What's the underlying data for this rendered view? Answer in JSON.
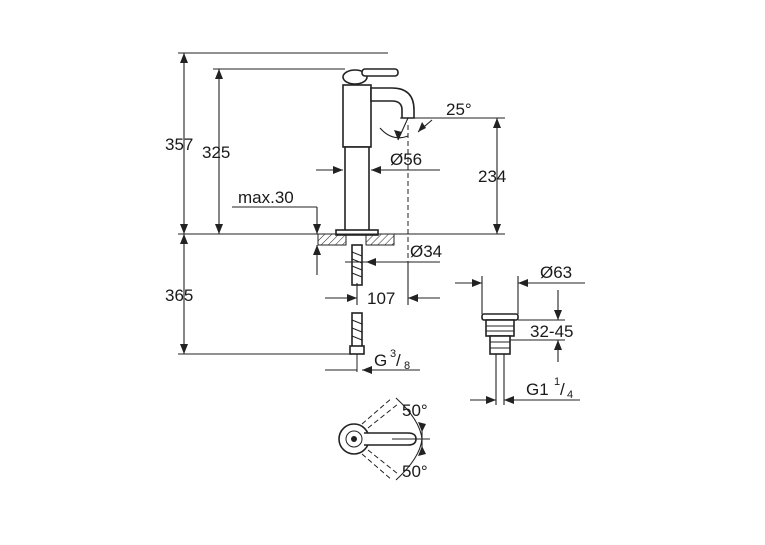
{
  "dimensions": {
    "height_total": "357",
    "height_spout": "325",
    "height_outlet": "234",
    "depth_below": "365",
    "max_thickness": "max.30",
    "body_diameter": "Ø56",
    "hole_diameter": "Ø34",
    "reach": "107",
    "spout_angle": "25°",
    "connection": "G",
    "connection_num": "3",
    "connection_den": "8",
    "waste_diameter": "Ø63",
    "waste_range": "32-45",
    "waste_thread": "G1",
    "waste_thread_num": "1",
    "waste_thread_den": "4",
    "lever_angle_top": "50°",
    "lever_angle_bottom": "50°"
  },
  "colors": {
    "line": "#222222",
    "background": "#ffffff"
  }
}
